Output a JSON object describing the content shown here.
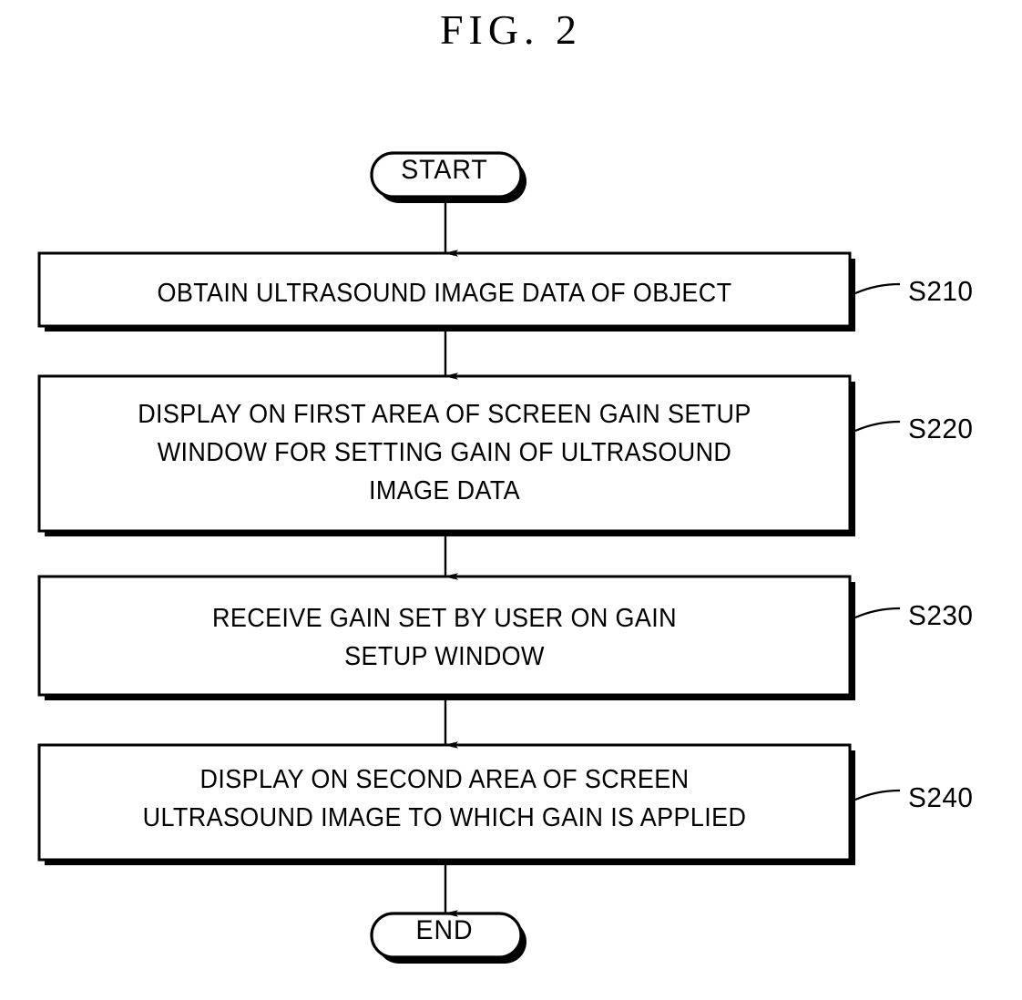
{
  "figure": {
    "title": "FIG.  2",
    "kind": "flowchart"
  },
  "nodes": {
    "start": {
      "label": "START",
      "shape": "terminator"
    },
    "end": {
      "label": "END",
      "shape": "terminator"
    },
    "s210": {
      "step_label": "S210",
      "text": "OBTAIN ULTRASOUND IMAGE DATA OF OBJECT",
      "shape": "process"
    },
    "s220": {
      "step_label": "S220",
      "text": "DISPLAY ON FIRST AREA OF SCREEN GAIN SETUP\nWINDOW FOR SETTING GAIN OF ULTRASOUND\nIMAGE DATA",
      "shape": "process"
    },
    "s230": {
      "step_label": "S230",
      "text": "RECEIVE GAIN SET BY USER ON GAIN\nSETUP WINDOW",
      "shape": "process"
    },
    "s240": {
      "step_label": "S240",
      "text": "DISPLAY ON SECOND AREA OF SCREEN\nULTRASOUND IMAGE TO WHICH GAIN IS APPLIED",
      "shape": "process"
    }
  },
  "connectors": [
    {
      "from": "start",
      "to": "s210",
      "style": "arrow-down"
    },
    {
      "from": "s210",
      "to": "s220",
      "style": "arrow-down"
    },
    {
      "from": "s220",
      "to": "s230",
      "style": "arrow-down"
    },
    {
      "from": "s230",
      "to": "s240",
      "style": "arrow-down"
    },
    {
      "from": "s240",
      "to": "end",
      "style": "arrow-down"
    }
  ],
  "colors": {
    "ink": "#000000",
    "background": "#ffffff"
  }
}
